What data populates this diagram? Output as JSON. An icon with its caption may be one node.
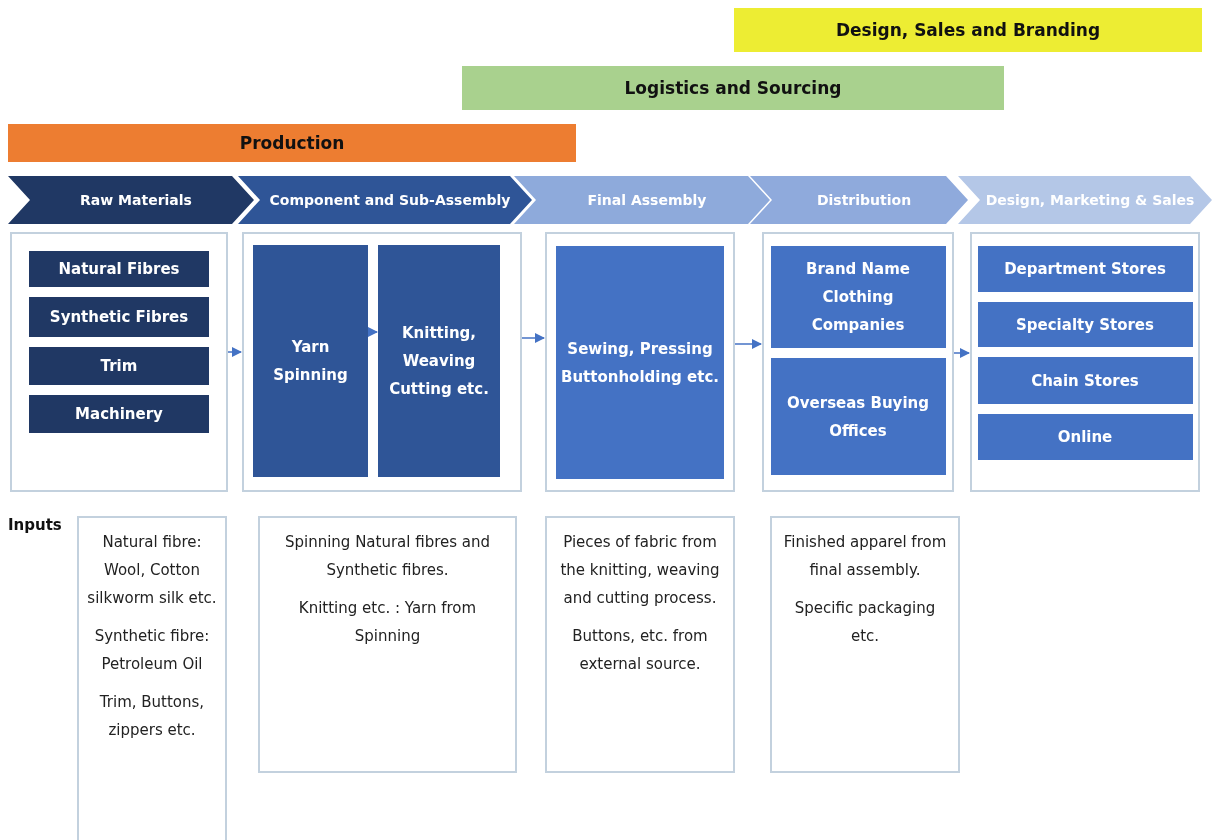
{
  "diagram": {
    "nodes": [
      {
        "text": [
          "Design, Sales and Branding"
        ]
      },
      {
        "text": [
          "Logistics and Sourcing"
        ]
      },
      {
        "text": [
          "Production"
        ]
      },
      {
        "text": [
          "Raw Materials"
        ]
      },
      {
        "text": [
          "Component and Sub-Assembly"
        ]
      },
      {
        "text": [
          "Final Assembly"
        ]
      },
      {
        "text": [
          "Distribution"
        ]
      },
      {
        "text": [
          "Design, Marketing & Sales"
        ]
      },
      {
        "text": [],
        "shape": "box"
      },
      {
        "text": [
          "Natural Fibres"
        ],
        "in": 8
      },
      {
        "text": [
          "Synthetic Fibres"
        ],
        "in": 8
      },
      {
        "text": [
          "Trim"
        ],
        "in": 8
      },
      {
        "text": [
          "Machinery"
        ],
        "in": 8
      },
      {
        "text": [],
        "shape": "box"
      },
      {
        "text": [
          "Yarn Spinning"
        ],
        "in": 13
      },
      {
        "text": [
          "Knitting, Weaving Cutting etc."
        ],
        "in": 13
      },
      {
        "text": [],
        "shape": "box"
      },
      {
        "text": [
          "Sewing, Pressing Buttonholding etc."
        ],
        "in": 16
      },
      {
        "text": [],
        "shape": "box"
      },
      {
        "text": [
          "Brand Name Clothing Companies"
        ],
        "in": 18
      },
      {
        "text": [
          "Overseas Buying Offices"
        ],
        "in": 18
      },
      {
        "text": [],
        "shape": "box"
      },
      {
        "text": [
          "Department Stores"
        ],
        "in": 21
      },
      {
        "text": [
          "Specialty Stores"
        ],
        "in": 21
      },
      {
        "text": [
          "Chain Stores"
        ],
        "in": 21
      },
      {
        "text": [
          "Online"
        ],
        "in": 21
      },
      {
        "text": [
          "Natural fibre: Wool, Cotton silkworm silk etc.",
          "Synthetic fibre: Petroleum Oil",
          "Trim, Buttons, zippers etc."
        ]
      },
      {
        "text": [
          "Spinning Natural fibres and Synthetic fibres.",
          "Knitting etc. : Yarn from Spinning"
        ]
      },
      {
        "text": [
          "Pieces of fabric from the knitting, weaving and cutting process.",
          "Buttons, etc. from external source."
        ]
      },
      {
        "text": [
          "Finished apparel from final assembly.",
          "Specific packaging etc."
        ]
      }
    ],
    "edges": [
      {
        "from": 8,
        "to": 13,
        "arrow": "to"
      },
      {
        "from": 14,
        "to": 15,
        "arrow": "to"
      },
      {
        "from": 13,
        "to": 16,
        "arrow": "to"
      },
      {
        "from": 16,
        "to": 18,
        "arrow": "to"
      },
      {
        "from": 18,
        "to": 21,
        "arrow": "to"
      }
    ],
    "labels": [
      "Inputs"
    ]
  }
}
